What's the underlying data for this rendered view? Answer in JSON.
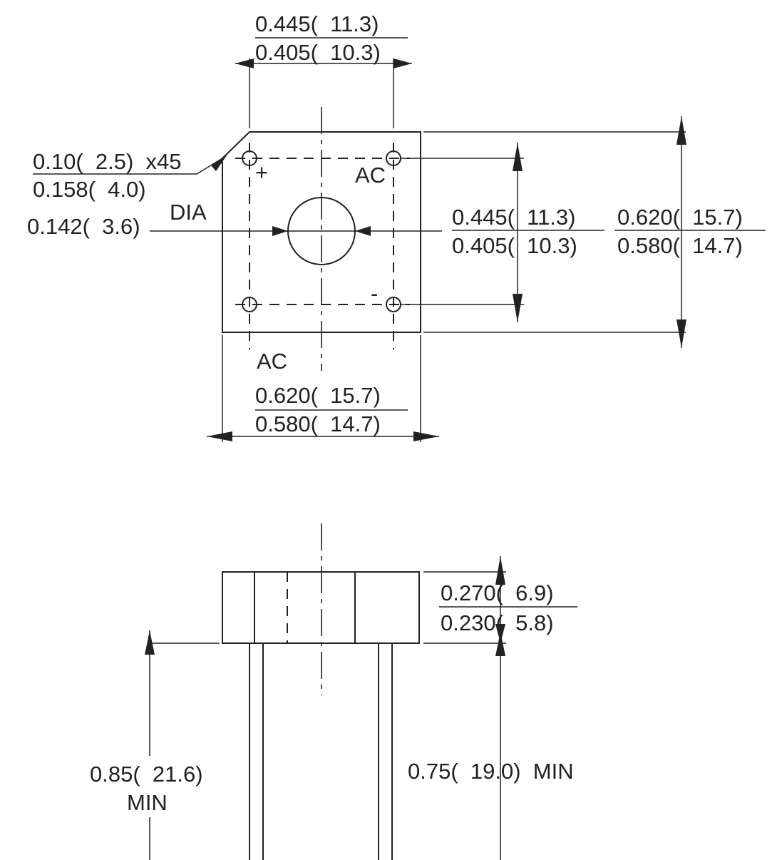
{
  "top_view": {
    "top_width": {
      "max": "0.445(  11.3)",
      "min": "0.405(  10.3)"
    },
    "chamfer": {
      "line1": "0.10(  2.5)  x45",
      "line2": "0.158(  4.0)"
    },
    "hole": {
      "value": "0.142(  3.6)",
      "suffix": "DIA"
    },
    "pin_spacing": {
      "max": "0.445(  11.3)",
      "min": "0.405(  10.3)"
    },
    "body_height": {
      "max": "0.620(  15.7)",
      "min": "0.580(  14.7)"
    },
    "body_width": {
      "max": "0.620(  15.7)",
      "min": "0.580(  14.7)"
    },
    "labels": {
      "plus": "+",
      "minus": "-",
      "ac_right": "AC",
      "ac_bottom": "AC"
    }
  },
  "side_view": {
    "thickness": {
      "max": "0.270(  6.9)",
      "min": "0.230(  5.8)"
    },
    "lead_long": {
      "line1": "0.85(  21.6)",
      "line2": "MIN"
    },
    "lead_short": {
      "value": "0.75(  19.0)  MIN"
    }
  }
}
